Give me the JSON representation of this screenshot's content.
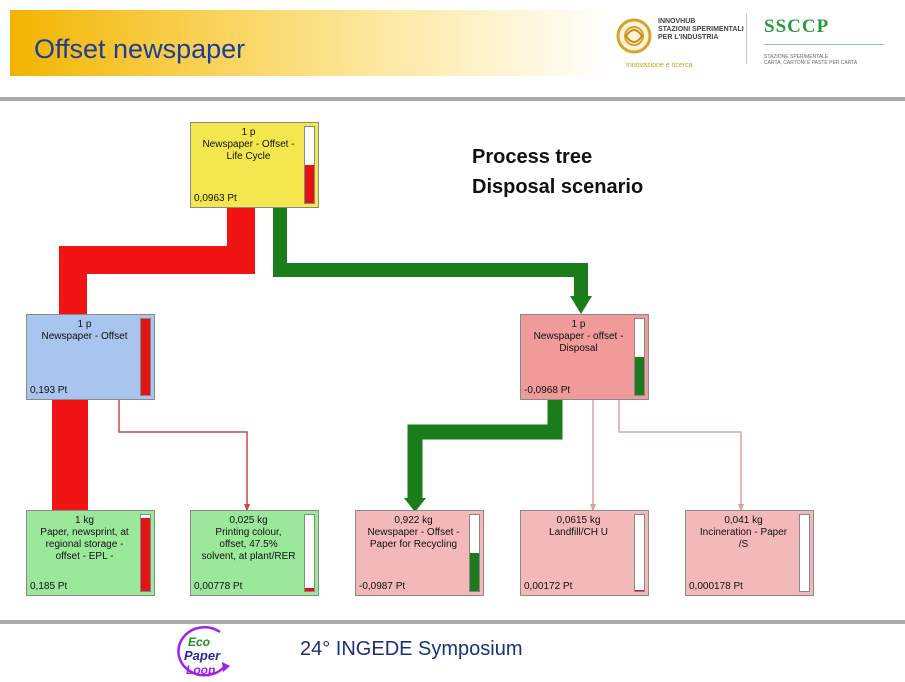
{
  "header": {
    "title": "Offset newspaper",
    "logo_innovhub_lines": [
      "INNOVHUB",
      "STAZIONI SPERIMENTALI",
      "PER L'INDUSTRIA"
    ],
    "logo_innovhub_tagline": "Innovazione e ricerca",
    "logo_ssccp_name": "SSCCP",
    "logo_ssccp_lines": [
      "STAZIONE SPERIMENTALE",
      "CARTA, CARTONI E PASTE PER CARTA"
    ]
  },
  "diagram": {
    "note_line1": "Process tree",
    "note_line2": "Disposal scenario",
    "colors": {
      "yellow": "#f4e74e",
      "blue": "#a9c4ee",
      "pink": "#f09a9a",
      "light_pink": "#f3b9b9",
      "green": "#9be89b",
      "red_flow": "#f01414",
      "green_flow": "#1a7d1a",
      "thin_red": "#c94a4a",
      "thin_pink": "#dfa0a0"
    },
    "nodes": {
      "life_cycle": {
        "qty": "1 p",
        "name": "Newspaper - Offset -\nLife Cycle",
        "score": "0,0963 Pt",
        "bar": 0.5,
        "sign": "pos"
      },
      "offset": {
        "qty": "1 p",
        "name": "Newspaper - Offset",
        "score": "0,193 Pt",
        "bar": 1.0,
        "sign": "pos"
      },
      "disposal": {
        "qty": "1 p",
        "name": "Newspaper - offset -\nDisposal",
        "score": "-0,0968 Pt",
        "bar": 0.5,
        "sign": "neg"
      },
      "paper_newsprint": {
        "qty": "1 kg",
        "name": "Paper, newsprint, at\nregional storage -\noffset - EPL -",
        "score": "0,185 Pt",
        "bar": 0.96,
        "sign": "pos"
      },
      "printing_colour": {
        "qty": "0,025 kg",
        "name": "Printing colour,\noffset, 47.5%\nsolvent, at plant/RER",
        "score": "0,00778 Pt",
        "bar": 0.04,
        "sign": "pos"
      },
      "paper_recycling": {
        "qty": "0,922 kg",
        "name": "Newspaper - Offset -\nPaper for Recycling",
        "score": "-0,0987 Pt",
        "bar": 0.5,
        "sign": "neg"
      },
      "landfill": {
        "qty": "0,0615 kg",
        "name": "Landfill/CH U",
        "score": "0,00172 Pt",
        "bar": 0.01,
        "sign": "pos"
      },
      "incineration": {
        "qty": "0,041 kg",
        "name": "Incineration - Paper\n/S",
        "score": "0,000178 Pt",
        "bar": 0.0,
        "sign": "pos"
      }
    }
  },
  "footer": {
    "symposium": "24° INGEDE Symposium",
    "logo_text": [
      "Eco",
      "Paper",
      "Loop"
    ]
  }
}
